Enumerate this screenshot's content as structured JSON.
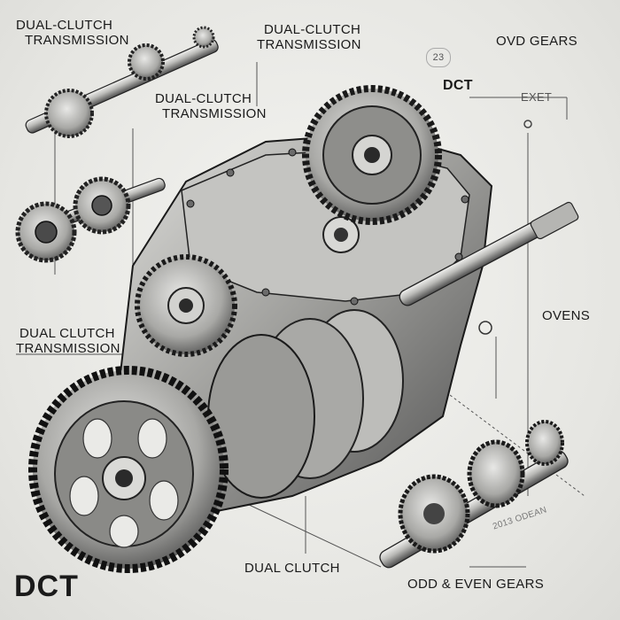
{
  "labels": {
    "top_left_line1": "DUAL-CLUTCH",
    "top_left_line2": "TRANSMISSION",
    "top_center_line1": "DUAL-CLUTCH",
    "top_center_line2": "TRANSMISSION",
    "middle_left_line1": "DUAL-CLUTCH",
    "middle_left_line2": "TRANSMISSION",
    "left_side_line1": "DUAL CLUTCH",
    "left_side_line2": "TRANSMISSION",
    "ovd_gears": "OVD GEARS",
    "circle_number": "23",
    "dct_small": "DCT",
    "exet": "EXET",
    "ovens": "OVENS",
    "dual_clutch_bottom": "DUAL CLUTCH",
    "odd_even_gears": "ODD & EVEN GEARS",
    "dct_large": "DCT",
    "tiny_note": "2013 ODEAN"
  },
  "colors": {
    "background": "#ebebe8",
    "ink": "#1c1c1c",
    "metal_light": "#d9d9d6",
    "metal_dark": "#4a4a4a"
  }
}
